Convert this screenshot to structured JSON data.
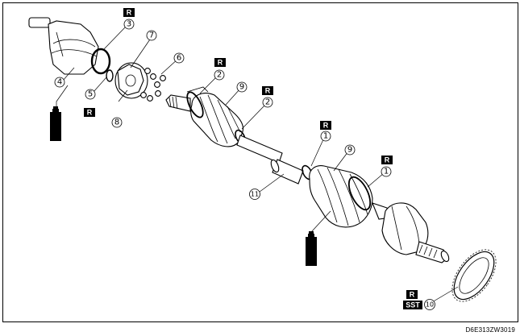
{
  "tags": {
    "replace": "R",
    "special_tool": "SST"
  },
  "callouts": [
    "1",
    "2",
    "3",
    "4",
    "5",
    "6",
    "7",
    "8",
    "9",
    "10",
    "11"
  ],
  "grease_label": "GREASE",
  "doc_code": "D6E313ZW3019"
}
